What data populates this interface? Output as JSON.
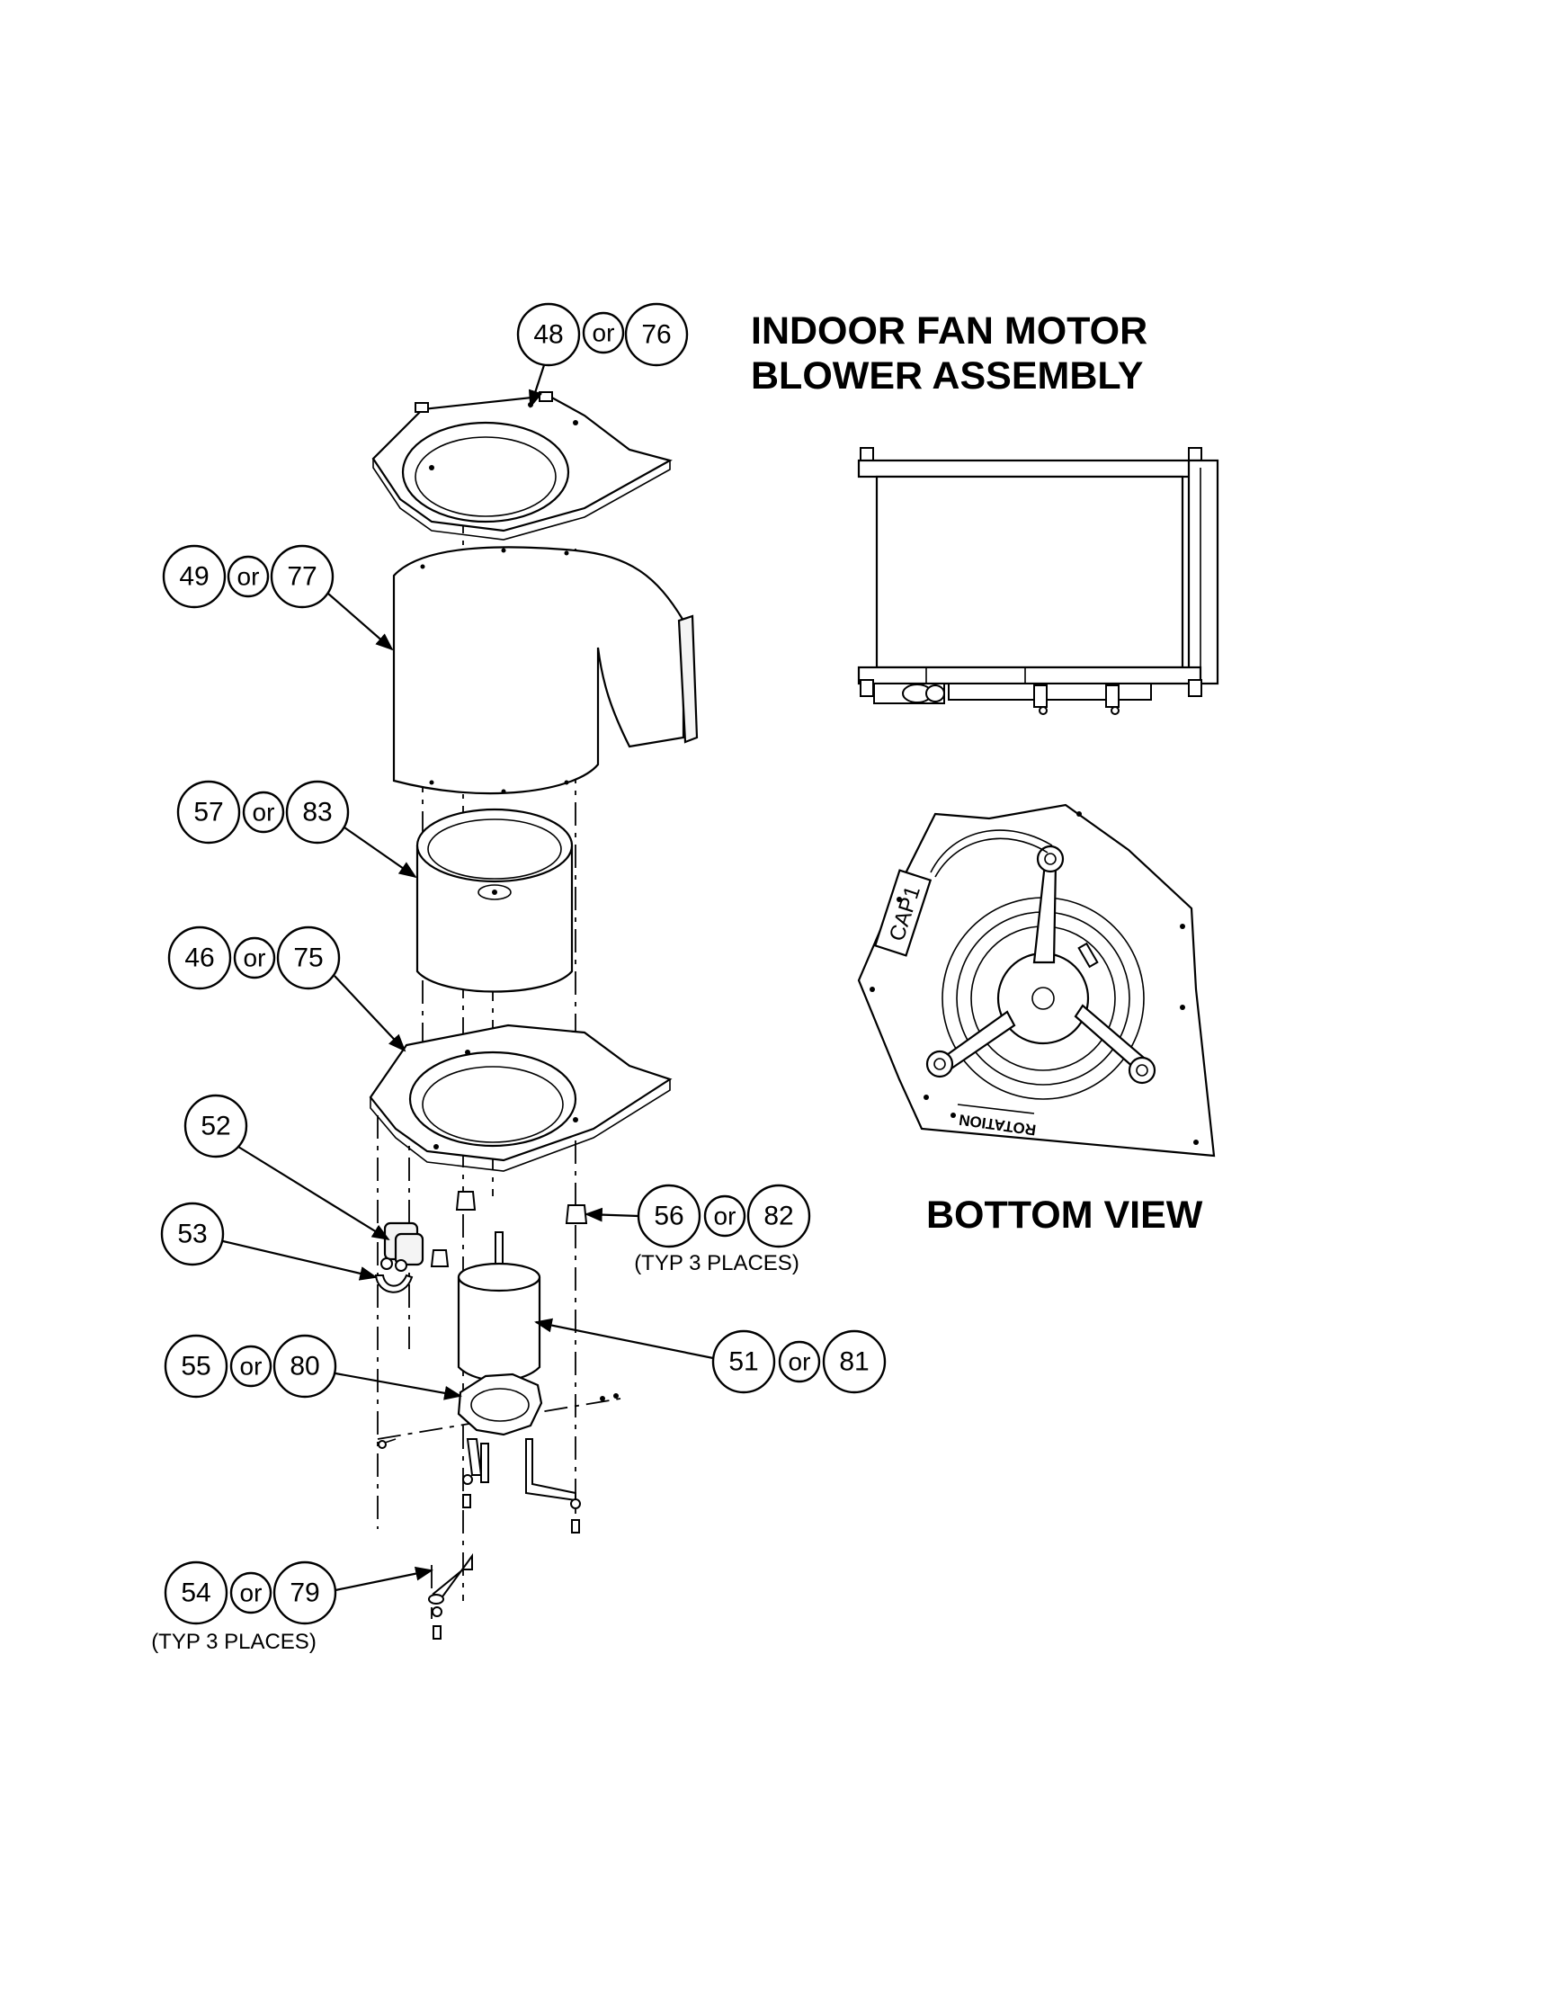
{
  "title": {
    "line1": "INDOOR FAN MOTOR",
    "line2": "BLOWER ASSEMBLY"
  },
  "bottom_view_label": "BOTTOM VIEW",
  "or_word": "or",
  "callouts": {
    "c48": {
      "a": "48",
      "b": "76"
    },
    "c49": {
      "a": "49",
      "b": "77"
    },
    "c57": {
      "a": "57",
      "b": "83"
    },
    "c46": {
      "a": "46",
      "b": "75"
    },
    "c52": {
      "a": "52"
    },
    "c53": {
      "a": "53"
    },
    "c56": {
      "a": "56",
      "b": "82",
      "note": "(TYP 3 PLACES)"
    },
    "c51": {
      "a": "51",
      "b": "81"
    },
    "c55": {
      "a": "55",
      "b": "80"
    },
    "c54": {
      "a": "54",
      "b": "79",
      "note": "(TYP 3 PLACES)"
    }
  },
  "bottom_view": {
    "capacitor_label": "CAP1",
    "rotation_label": "ROTATION"
  }
}
